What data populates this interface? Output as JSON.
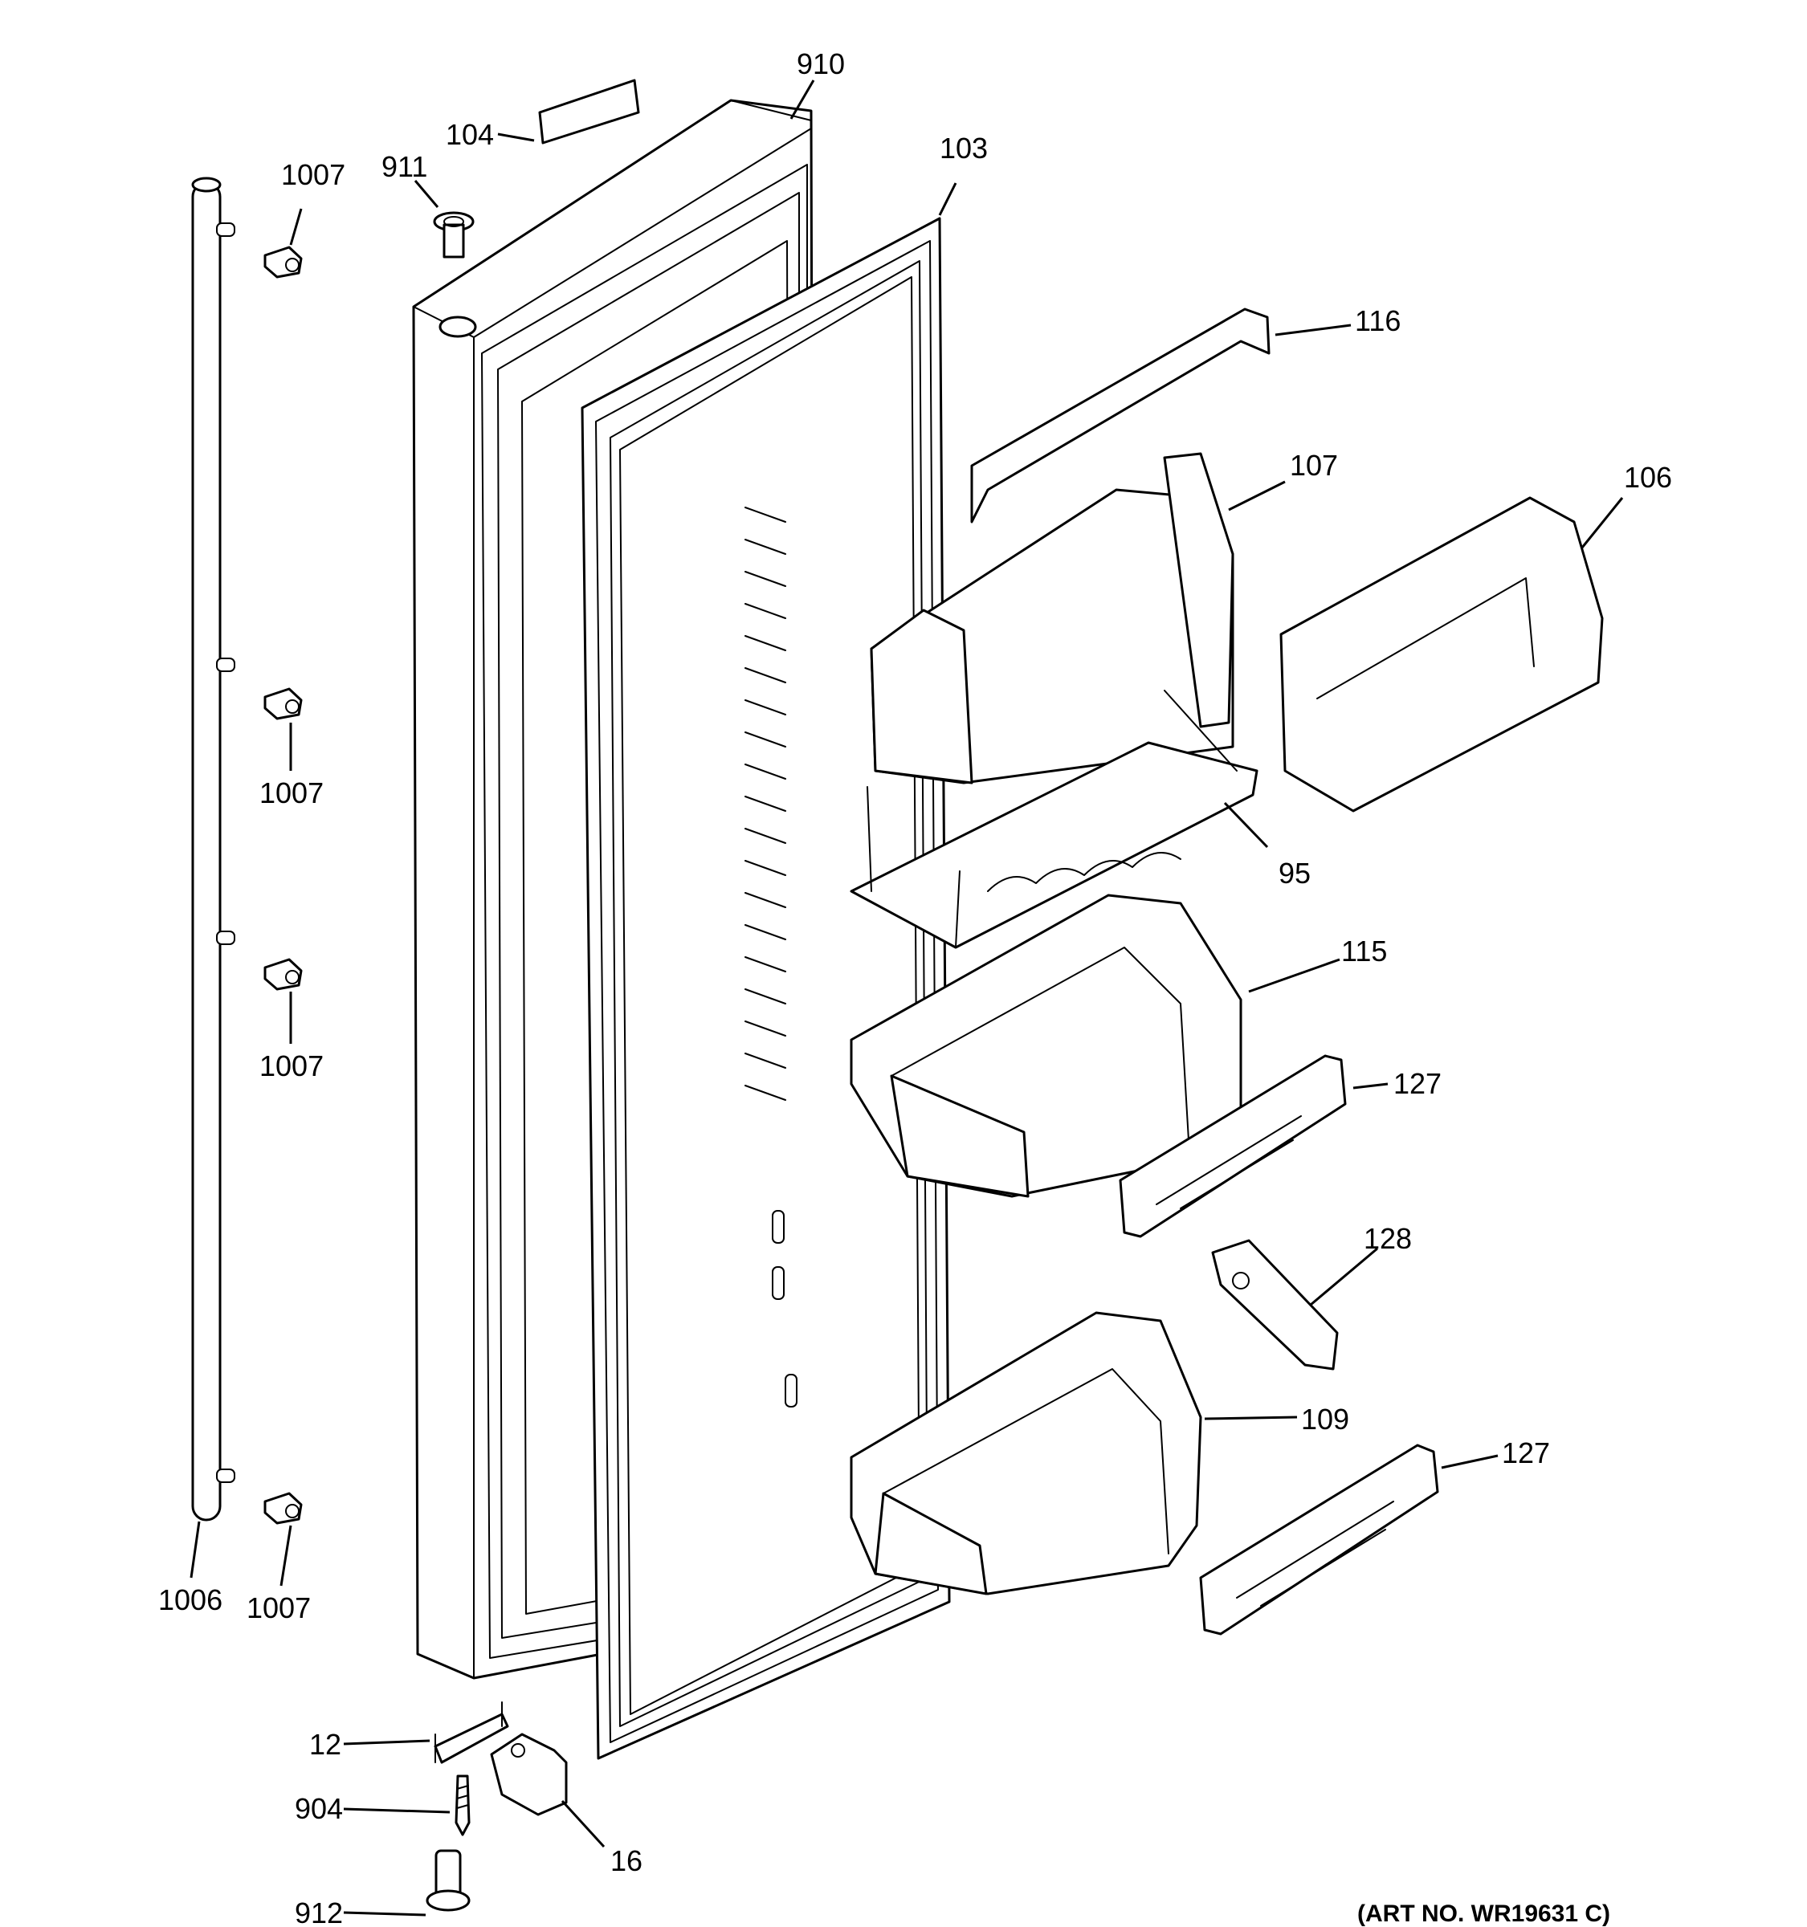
{
  "callouts": {
    "c910": "910",
    "c104": "104",
    "c911": "911",
    "c103": "103",
    "c1007a": "1007",
    "c1007b": "1007",
    "c1007c": "1007",
    "c1007d": "1007",
    "c116": "116",
    "c107": "107",
    "c106": "106",
    "c95": "95",
    "c115": "115",
    "c127a": "127",
    "c128": "128",
    "c109": "109",
    "c127b": "127",
    "c1006": "1006",
    "c12": "12",
    "c904": "904",
    "c912": "912",
    "c16": "16"
  },
  "art_number": "(ART NO. WR19631 C)"
}
